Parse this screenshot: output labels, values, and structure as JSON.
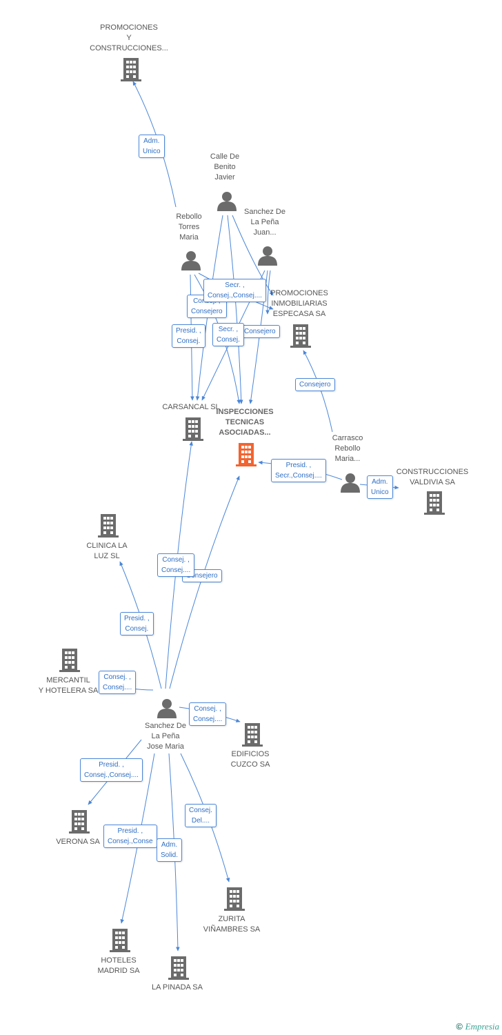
{
  "nodes": {
    "promociones_y": {
      "label": "PROMOCIONES\nY\nCONSTRUCCIONES..."
    },
    "calle_de_benito": {
      "label": "Calle De\nBenito\nJavier"
    },
    "rebollo": {
      "label": "Rebollo\nTorres\nMaria"
    },
    "sanchez_juan": {
      "label": "Sanchez De\nLa Peña\nJuan..."
    },
    "promociones_esp": {
      "label": "PROMOCIONES\nINMOBILIARIAS\nESPECASA SA"
    },
    "carsancal": {
      "label": "CARSANCAL SL"
    },
    "inspecciones": {
      "label": "INSPECCIONES\nTECNICAS\nASOCIADAS..."
    },
    "carrasco": {
      "label": "Carrasco\nRebollo\nMaria..."
    },
    "construcciones_valdivia": {
      "label": "CONSTRUCCIONES\nVALDIVIA SA"
    },
    "clinica": {
      "label": "CLINICA LA\nLUZ SL"
    },
    "mercantil": {
      "label": "MERCANTIL\nY HOTELERA SA"
    },
    "sanchez_jose": {
      "label": "Sanchez De\nLa Peña\nJose Maria"
    },
    "edificios": {
      "label": "EDIFICIOS\nCUZCO SA"
    },
    "verona": {
      "label": "VERONA SA"
    },
    "zurita": {
      "label": "ZURITA\nVIÑAMBRES SA"
    },
    "hoteles": {
      "label": "HOTELES\nMADRID SA"
    },
    "pinada": {
      "label": "LA PINADA SA"
    }
  },
  "edge_labels": {
    "adm_unico_1": "Adm.\nUnico",
    "secr_consej_1": "Secr. ,\nConsej.,Consej....",
    "consej_consej_top": "Consej. ,\nConsejero",
    "presid_consej_1": "Presid. ,\nConsej.",
    "secr_consej_2": "Secr. ,\nConsej.",
    "consejero_1": "Consejero",
    "consejero_2": "Consejero",
    "presid_secr": "Presid. ,\nSecr.,Consej....",
    "adm_unico_2": "Adm.\nUnico",
    "consej_consej_1": "Consej. ,\nConsej....",
    "consejero_3": "Consejero",
    "presid_consej_2": "Presid. ,\nConsej.",
    "consej_consej_2": "Consej. ,\nConsej....",
    "consej_consej_3": "Consej. ,\nConsej....",
    "presid_consej_consej": "Presid. ,\nConsej.,Consej....",
    "consej_del": "Consej.\nDel....",
    "presid_consej_conse": "Presid. ,\nConsej.,Conse",
    "adm_solid": "Adm.\nSolid."
  },
  "footer": {
    "copyright": "©",
    "brand": "Empresia"
  },
  "colors": {
    "edge": "#4a86d8",
    "node": "#6b6b6b",
    "main_node": "#f26430",
    "label": "#555555"
  }
}
